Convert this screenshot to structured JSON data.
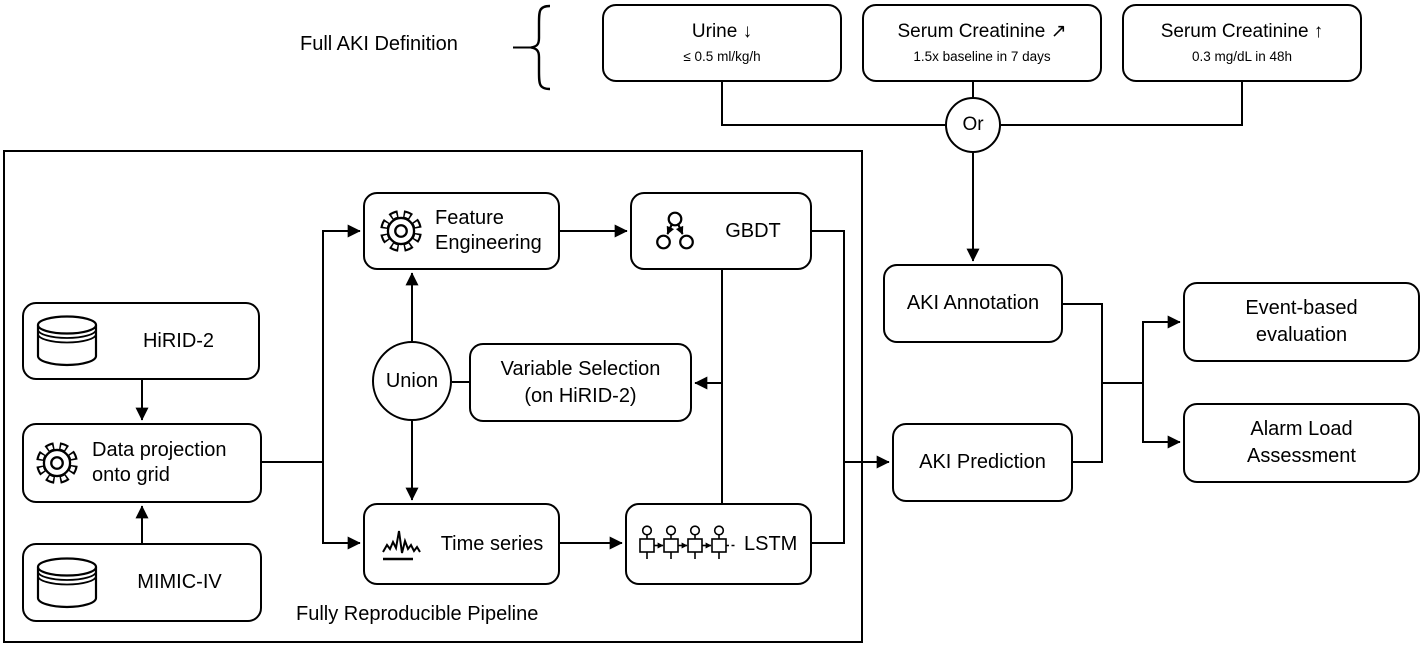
{
  "definition": {
    "label": "Full AKI Definition",
    "operator": "Or",
    "criteria": [
      {
        "title": "Urine ↓",
        "subtitle": "≤ 0.5 ml/kg/h"
      },
      {
        "title": "Serum Creatinine ↗",
        "subtitle": "1.5x baseline in 7 days"
      },
      {
        "title": "Serum Creatinine ↑",
        "subtitle": "0.3 mg/dL in 48h"
      }
    ]
  },
  "pipeline": {
    "label": "Fully Reproducible Pipeline",
    "hirid": "HiRID-2",
    "mimic": "MIMIC-IV",
    "data_projection": {
      "line1": "Data projection",
      "line2": "onto grid"
    },
    "feature_engineering": {
      "line1": "Feature",
      "line2": "Engineering"
    },
    "union": "Union",
    "variable_selection": {
      "line1": "Variable Selection",
      "line2": "(on HiRID-2)"
    },
    "time_series": "Time series",
    "gbdt": "GBDT",
    "lstm": "LSTM"
  },
  "outputs": {
    "aki_annotation": "AKI Annotation",
    "aki_prediction": "AKI Prediction",
    "event_based": {
      "line1": "Event-based",
      "line2": "evaluation"
    },
    "alarm_load": {
      "line1": "Alarm Load",
      "line2": "Assessment"
    }
  },
  "icons": {
    "hirid": "database-icon",
    "mimic": "database-icon",
    "data_projection": "gear-icon",
    "feature_engineering": "gear-icon",
    "gbdt": "tree-icon",
    "time_series": "line-chart-icon",
    "lstm": "rnn-chain-icon"
  },
  "colors": {
    "stroke": "#000000",
    "background": "#ffffff"
  }
}
